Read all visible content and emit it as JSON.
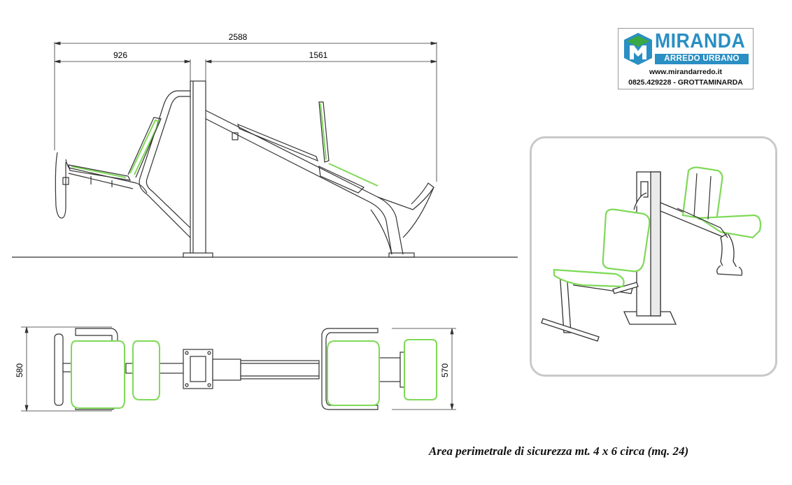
{
  "dimensions": {
    "overall_length": "2588",
    "left_section": "926",
    "right_section": "1561",
    "left_width": "580",
    "right_width": "570"
  },
  "logo": {
    "name": "MIRANDA",
    "subtitle": "ARREDO URBANO",
    "website": "www.mirandarredo.it",
    "contact": "0825.429228 - GROTTAMINARDA"
  },
  "caption": "Area perimetrale di sicurezza mt. 4 x 6 circa (mq. 24)",
  "colors": {
    "accent_green": "#7ed957",
    "line": "#333333",
    "brand_blue": "#2a8fc3",
    "brand_green": "#3aa845"
  }
}
